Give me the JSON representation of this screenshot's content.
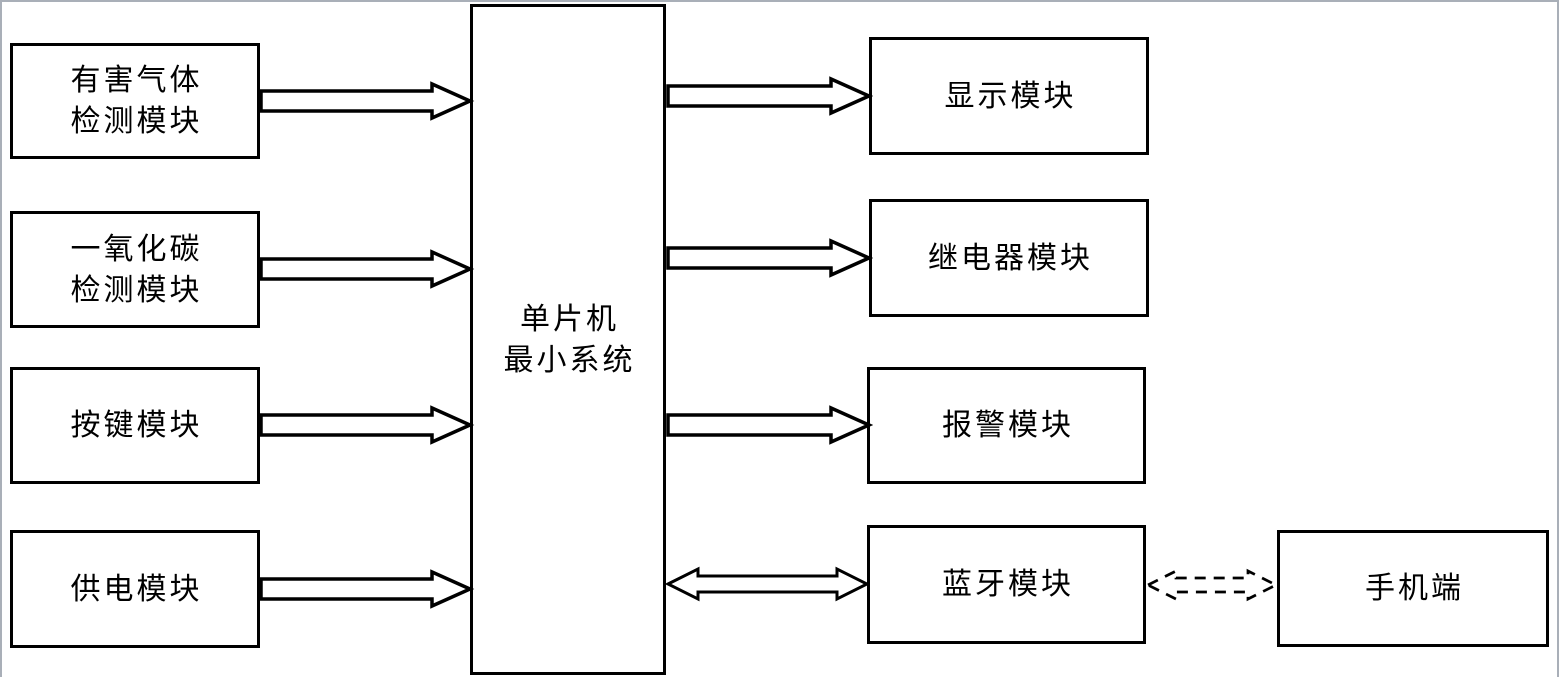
{
  "diagram": {
    "title_semantic": "MCU gas-detection system block diagram",
    "colors": {
      "line": "#000000",
      "page_border": "#a9afb8",
      "background": "#ffffff"
    },
    "mcu": {
      "lines": [
        "单片机",
        "最小系统"
      ]
    },
    "left_modules": [
      {
        "lines": [
          "有害气体",
          "检测模块"
        ]
      },
      {
        "lines": [
          "一氧化碳",
          "检测模块"
        ]
      },
      {
        "lines": [
          "按键模块"
        ]
      },
      {
        "lines": [
          "供电模块"
        ]
      }
    ],
    "right_modules": [
      {
        "label": "显示模块"
      },
      {
        "label": "继电器模块"
      },
      {
        "label": "报警模块"
      },
      {
        "label": "蓝牙模块"
      }
    ],
    "phone": {
      "label": "手机端"
    }
  }
}
